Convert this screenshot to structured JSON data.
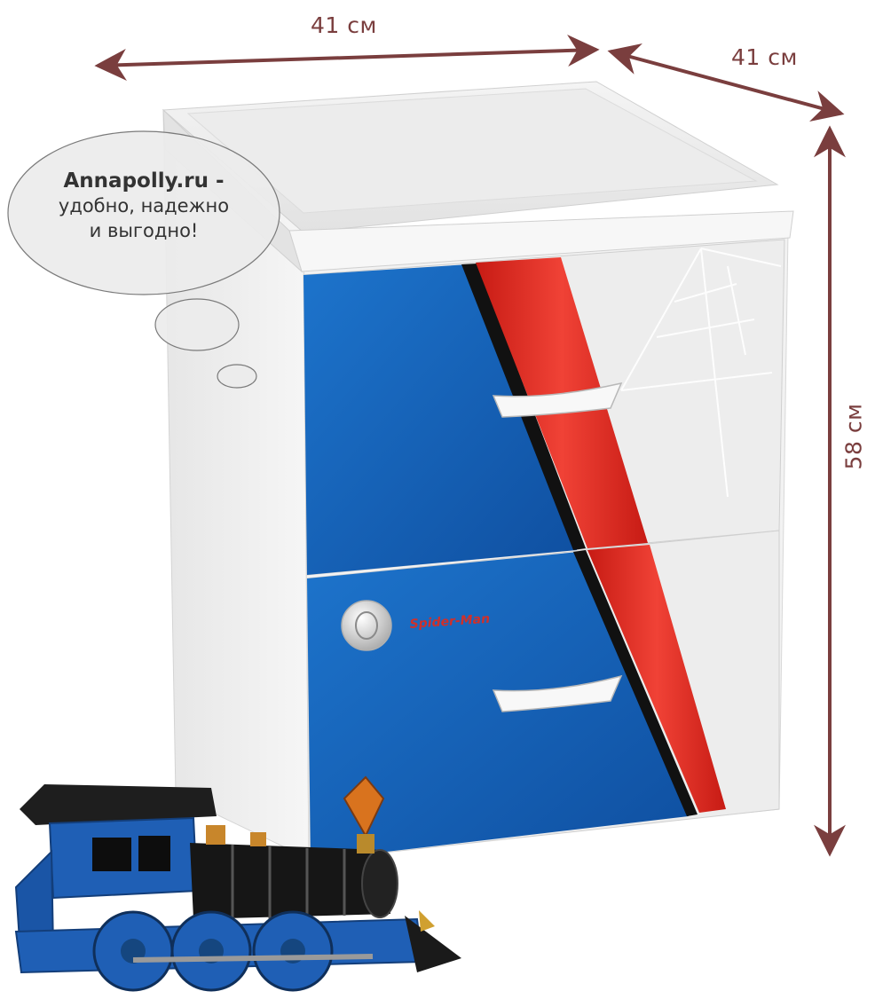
{
  "dimensions": {
    "width": "41 см",
    "depth": "41 см",
    "height": "58 см"
  },
  "bubble": {
    "site": "Annapolly.ru",
    "dash": " -",
    "line2": "удобно, надежно",
    "line3": "и выгодно!"
  },
  "logo": {
    "text": "Spider-Man"
  },
  "colors": {
    "arrow": "#7a3e3e",
    "drawer_blue": "#1563b8",
    "stripe_red": "#e0251c",
    "cabinet_white": "#f0f0f0",
    "locomotive_blue": "#1f5fb5"
  },
  "icons": {
    "arrow": "double-headed-arrow-icon",
    "handle": "drawer-handle-icon",
    "emblem": "spider-emblem-icon"
  }
}
